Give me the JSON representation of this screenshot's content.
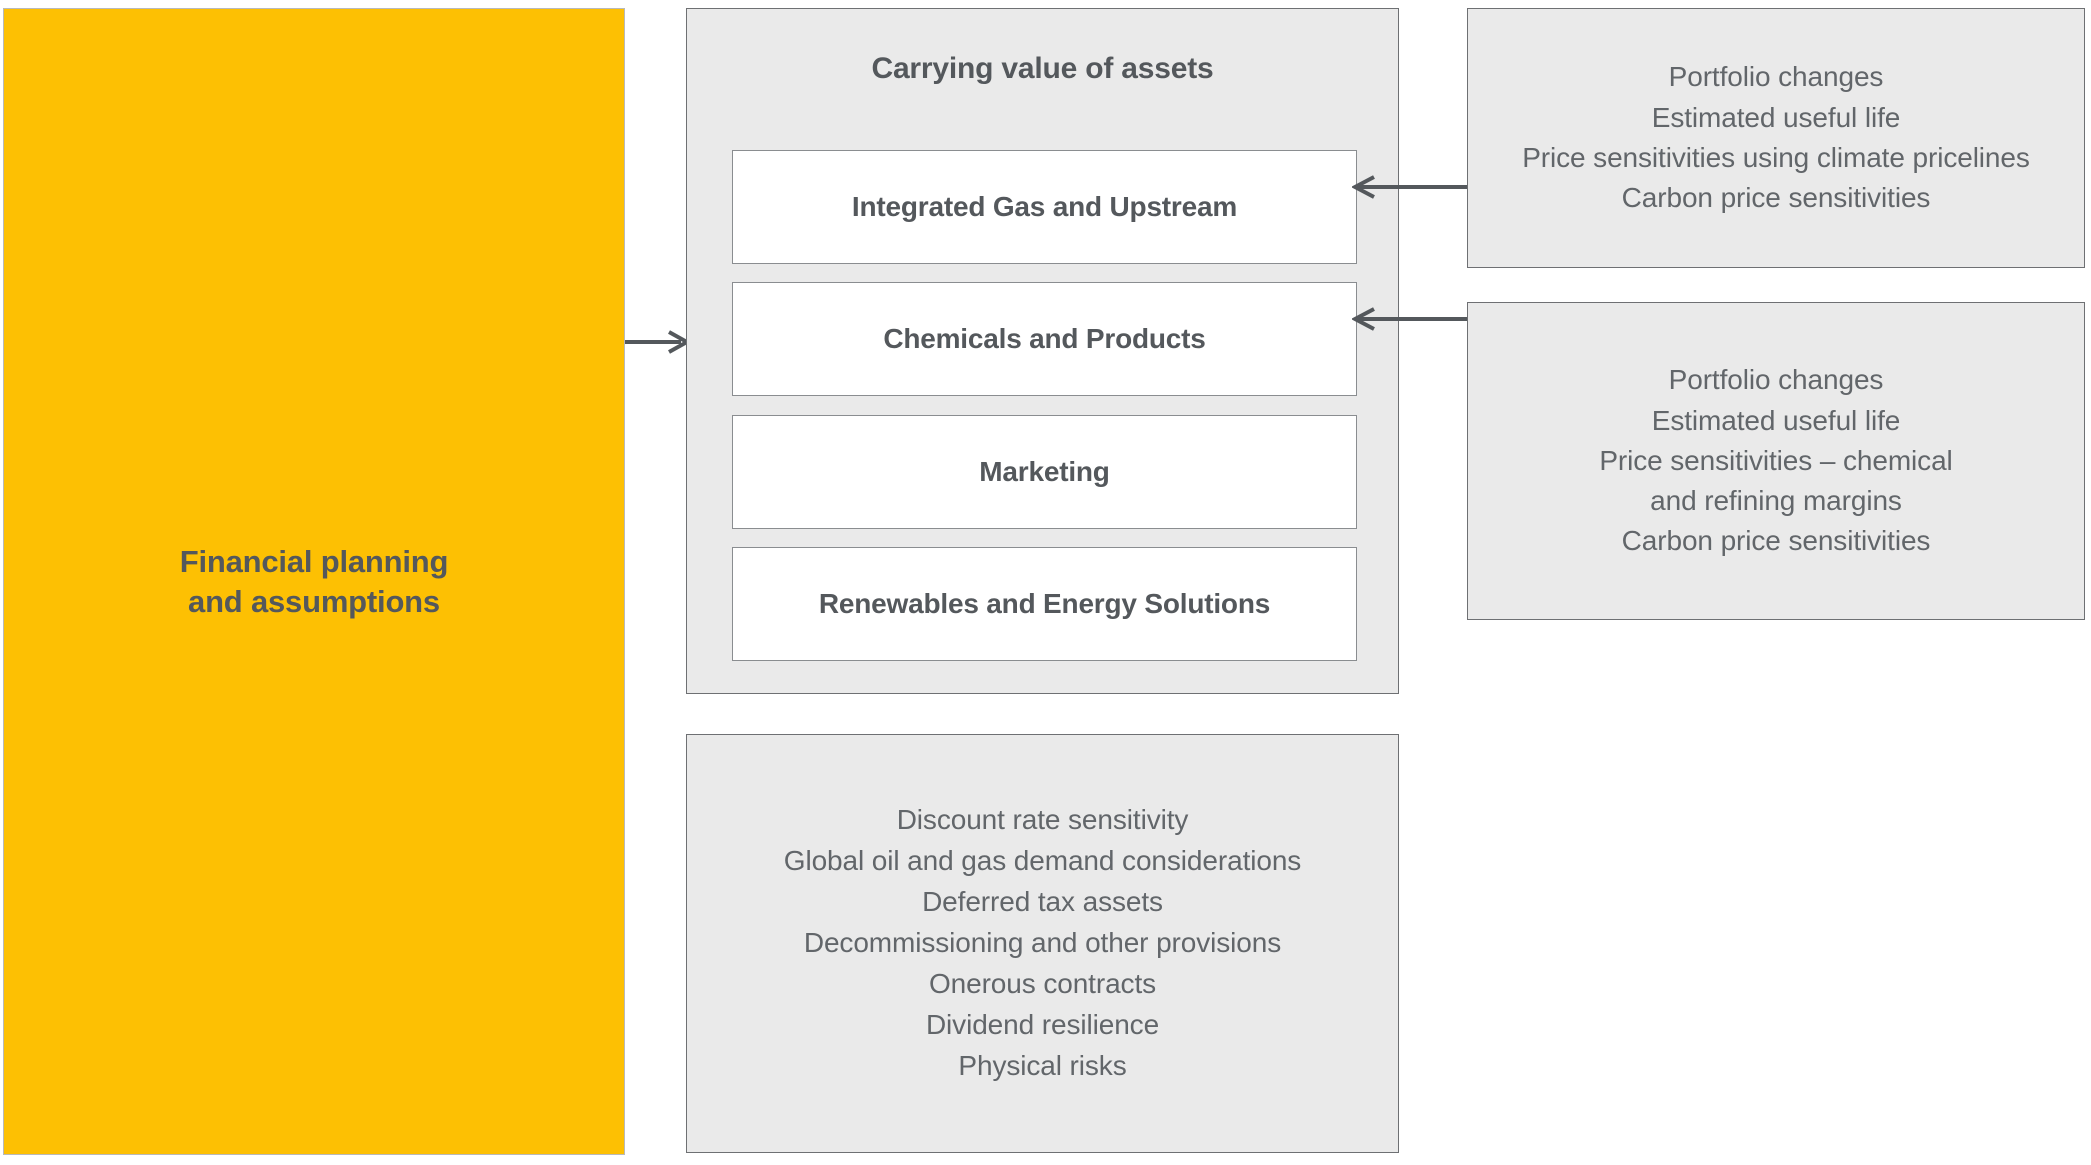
{
  "diagram": {
    "financial_block": {
      "label": "Financial planning\nand assumptions",
      "color": "#fdc003"
    },
    "carrying_panel": {
      "title": "Carrying value of assets",
      "segments": [
        {
          "label": "Integrated Gas and Upstream"
        },
        {
          "label": "Chemicals and Products"
        },
        {
          "label": "Marketing"
        },
        {
          "label": "Renewables and Energy Solutions"
        }
      ]
    },
    "assumptions_upstream": {
      "lines": [
        "Portfolio changes",
        "Estimated useful life",
        "Price sensitivities using climate pricelines",
        "Carbon price sensitivities"
      ]
    },
    "assumptions_chemicals": {
      "lines": [
        "Portfolio changes",
        "Estimated useful life",
        "Price sensitivities – chemical\nand refining margins",
        "Carbon price sensitivities"
      ]
    },
    "considerations": {
      "lines": [
        "Discount rate sensitivity",
        "Global oil and gas demand considerations",
        "Deferred tax assets",
        "Decommissioning and other provisions",
        "Onerous contracts",
        "Dividend resilience",
        "Physical risks"
      ]
    },
    "colors": {
      "accent_yellow": "#fdc003",
      "panel_grey": "#eaeaea",
      "border_grey": "#6e7073",
      "text_dark": "#54585c",
      "text_body": "#62666a"
    }
  }
}
